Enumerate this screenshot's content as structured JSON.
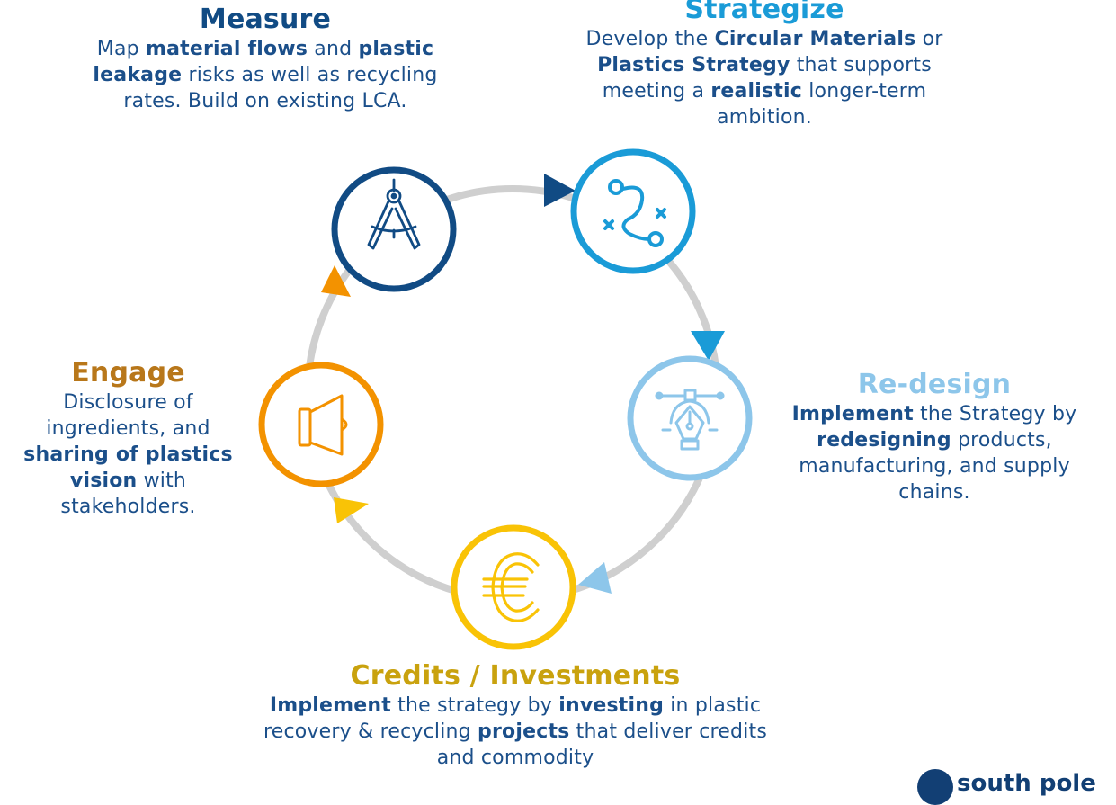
{
  "colors": {
    "measure": "#114b84",
    "strategize": "#1a9bd7",
    "redesign": "#8dc6ea",
    "credits": "#f9c306",
    "engage": "#f39200",
    "body_text": "#1b4f8a",
    "ring": "#cfcfcf"
  },
  "measure": {
    "title": "Measure",
    "icon": "drafting-compass-icon",
    "parts": [
      {
        "t": "Map ",
        "b": false
      },
      {
        "t": "material flows",
        "b": true
      },
      {
        "t": " and ",
        "b": false
      },
      {
        "t": "plastic leakage",
        "b": true
      },
      {
        "t": " risks as well as recycling rates. Build on existing LCA.",
        "b": false
      }
    ]
  },
  "strategize": {
    "title": "Strategize",
    "icon": "route-path-icon",
    "parts": [
      {
        "t": "Develop the ",
        "b": false
      },
      {
        "t": "Circular Materials",
        "b": true
      },
      {
        "t": " or ",
        "b": false
      },
      {
        "t": "Plastics Strategy",
        "b": true
      },
      {
        "t": " that supports meeting a ",
        "b": false
      },
      {
        "t": "realistic",
        "b": true
      },
      {
        "t": " longer-term ambition.",
        "b": false
      }
    ]
  },
  "redesign": {
    "title": "Re-design",
    "icon": "pen-tool-icon",
    "parts": [
      {
        "t": "Implement",
        "b": true
      },
      {
        "t": " the Strategy by ",
        "b": false
      },
      {
        "t": "redesigning",
        "b": true
      },
      {
        "t": " products, manufacturing, and supply chains.",
        "b": false
      }
    ]
  },
  "credits": {
    "title": "Credits / Investments",
    "icon": "euro-icon",
    "parts": [
      {
        "t": "Implement",
        "b": true
      },
      {
        "t": " the strategy by ",
        "b": false
      },
      {
        "t": "investing",
        "b": true
      },
      {
        "t": " in plastic recovery & recycling ",
        "b": false
      },
      {
        "t": "projects",
        "b": true
      },
      {
        "t": " that deliver credits and commodity",
        "b": false
      }
    ]
  },
  "engage": {
    "title": "Engage",
    "icon": "megaphone-icon",
    "parts": [
      {
        "t": "Disclosure of ingredients, and ",
        "b": false
      },
      {
        "t": "sharing of plastics vision",
        "b": true
      },
      {
        "t": " with stakeholders.",
        "b": false
      }
    ]
  },
  "logo": {
    "text": "south pole"
  }
}
